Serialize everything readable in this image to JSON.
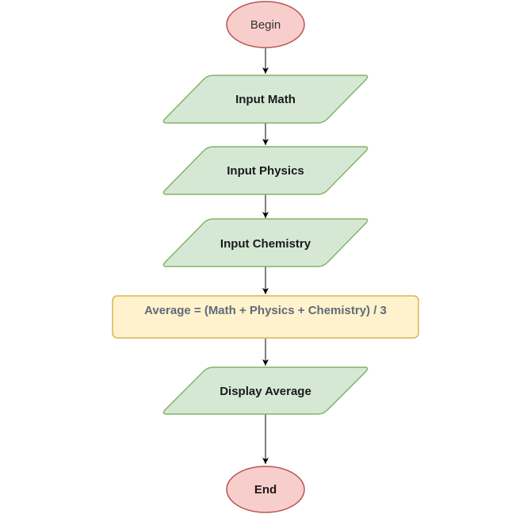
{
  "flowchart": {
    "begin": {
      "label": "Begin"
    },
    "input_math": {
      "label": "Input Math"
    },
    "input_physics": {
      "label": "Input Physics"
    },
    "input_chemistry": {
      "label": "Input Chemistry"
    },
    "average_process": {
      "label": "Average = (Math + Physics + Chemistry) / 3"
    },
    "display_average": {
      "label": "Display Average"
    },
    "end": {
      "label": "End"
    }
  },
  "colors": {
    "terminator_fill": "#f8cecc",
    "terminator_stroke": "#b85450",
    "io_fill": "#d5e8d4",
    "io_stroke": "#82b366",
    "process_fill": "#fff2cc",
    "process_stroke": "#d6b656",
    "arrow": "#000000"
  }
}
